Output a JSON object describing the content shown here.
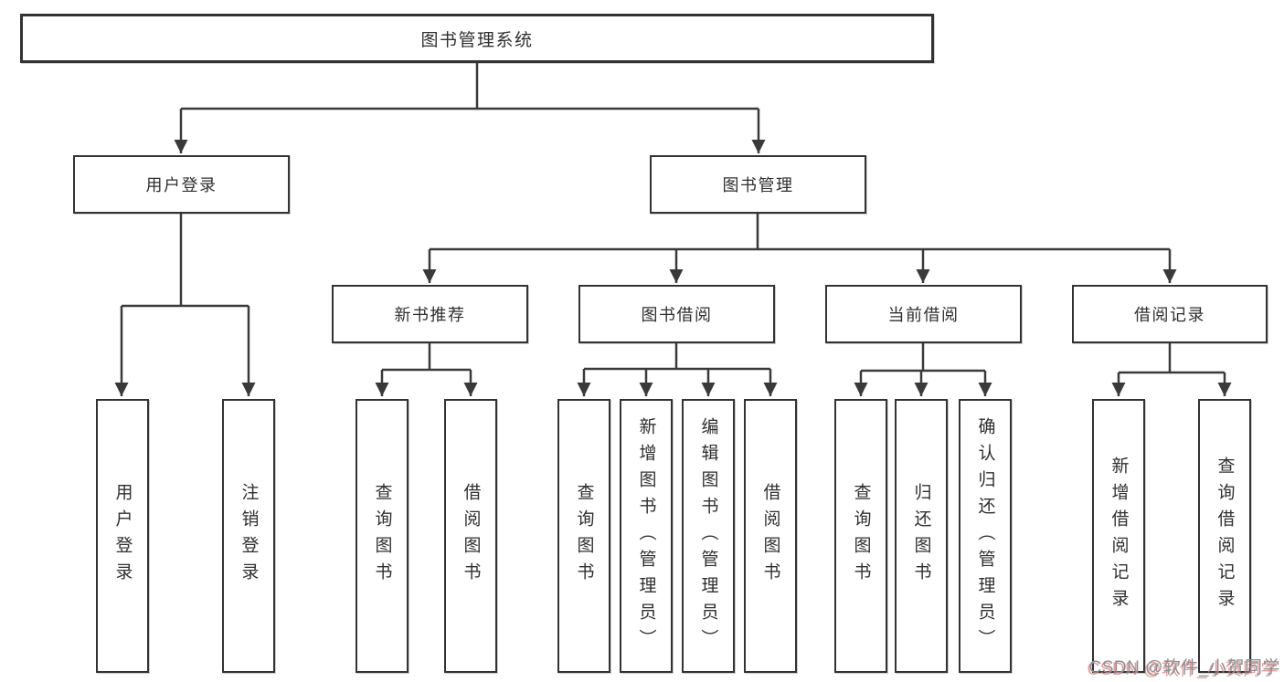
{
  "diagram": {
    "root": "图书管理系统",
    "branches": [
      {
        "label": "用户登录",
        "children": [
          {
            "label": "用户登录"
          },
          {
            "label": "注销登录"
          }
        ]
      },
      {
        "label": "图书管理",
        "children": [
          {
            "label": "新书推荐",
            "children": [
              {
                "label": "查询图书"
              },
              {
                "label": "借阅图书"
              }
            ]
          },
          {
            "label": "图书借阅",
            "children": [
              {
                "label": "查询图书"
              },
              {
                "label": "新增图书（管理员）"
              },
              {
                "label": "编辑图书（管理员）"
              },
              {
                "label": "借阅图书"
              }
            ]
          },
          {
            "label": "当前借阅",
            "children": [
              {
                "label": "查询图书"
              },
              {
                "label": "归还图书"
              },
              {
                "label": "确认归还（管理员）"
              }
            ]
          },
          {
            "label": "借阅记录",
            "children": [
              {
                "label": "新增借阅记录"
              },
              {
                "label": "查询借阅记录"
              }
            ]
          }
        ]
      }
    ]
  },
  "watermark": {
    "text": "CSDN @软件_小贺同学"
  },
  "colors": {
    "line": "#3a3a3a",
    "border": "#333333",
    "text": "#2f2f2f",
    "watermark": "#8d8d92"
  }
}
